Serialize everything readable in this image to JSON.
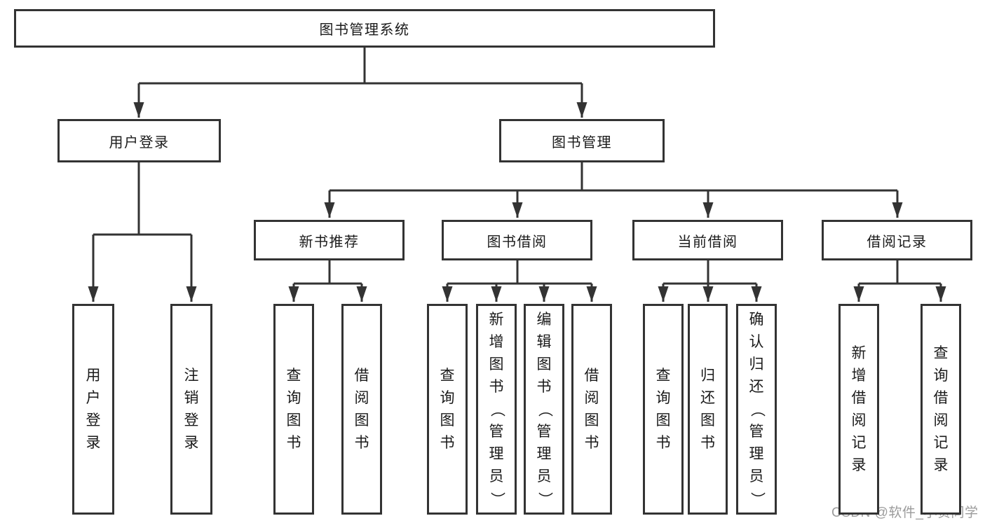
{
  "tree": {
    "label": "图书管理系统",
    "children": [
      {
        "label": "用户登录",
        "children": [
          {
            "label": "用户登录"
          },
          {
            "label": "注销登录"
          }
        ]
      },
      {
        "label": "图书管理",
        "children": [
          {
            "label": "新书推荐",
            "children": [
              {
                "label": "查询图书"
              },
              {
                "label": "借阅图书"
              }
            ]
          },
          {
            "label": "图书借阅",
            "children": [
              {
                "label": "查询图书"
              },
              {
                "label": "新增图书（管理员）"
              },
              {
                "label": "编辑图书（管理员）"
              },
              {
                "label": "借阅图书"
              }
            ]
          },
          {
            "label": "当前借阅",
            "children": [
              {
                "label": "查询图书"
              },
              {
                "label": "归还图书"
              },
              {
                "label": "确认归还（管理员）"
              }
            ]
          },
          {
            "label": "借阅记录",
            "children": [
              {
                "label": "新增借阅记录"
              },
              {
                "label": "查询借阅记录"
              }
            ]
          }
        ]
      }
    ]
  },
  "watermark": "CSDN @软件_小贺同学",
  "colors": {
    "line": "#333333",
    "text": "#1a1a1a",
    "box_fill": "#ffffff",
    "watermark": "#9b9b9b",
    "background": "#ffffff"
  }
}
